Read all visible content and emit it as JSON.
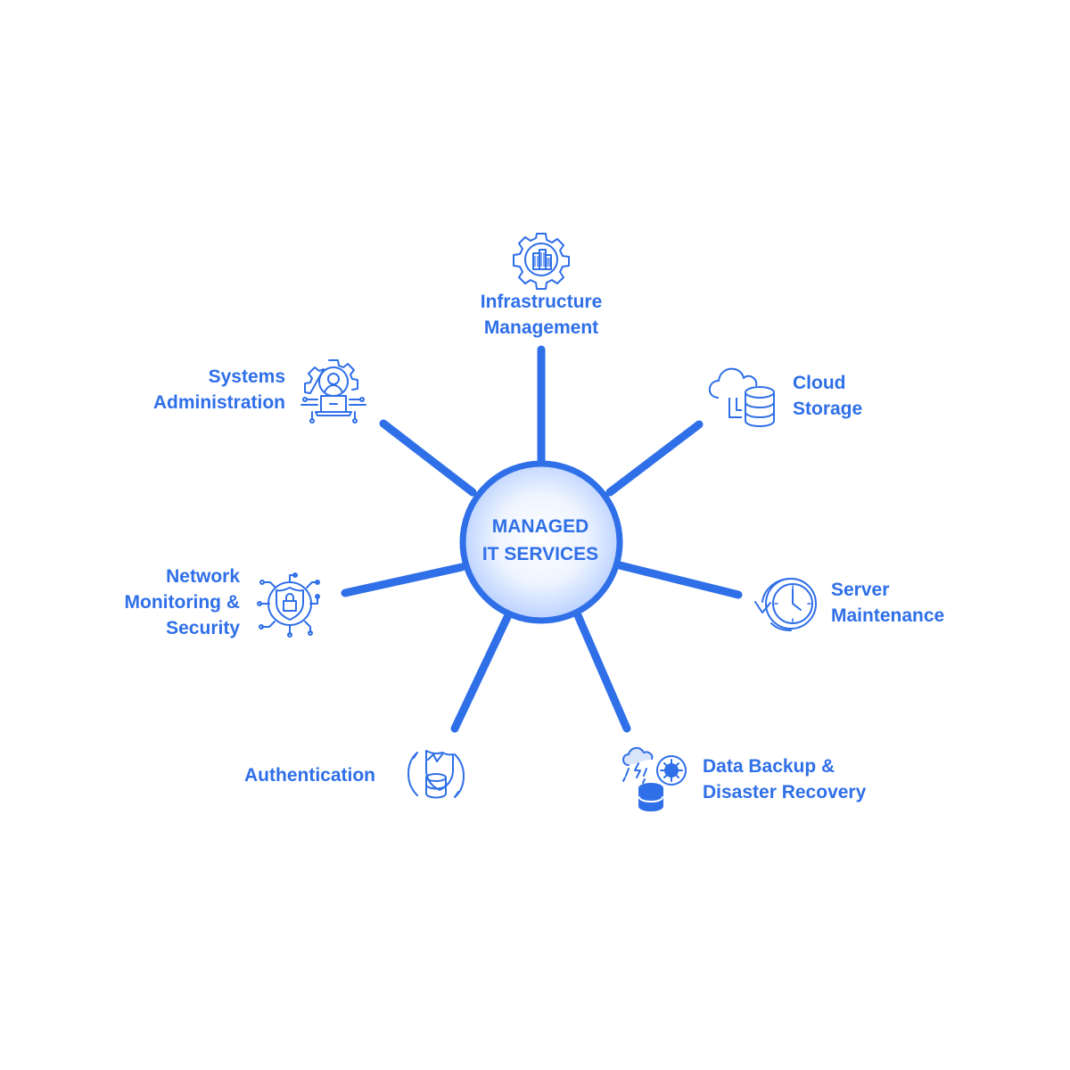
{
  "center": {
    "line1": "MANAGED",
    "line2": "IT SERVICES"
  },
  "services": {
    "infrastructure": {
      "line1": "Infrastructure",
      "line2": "Management",
      "icon": "gear-building-icon"
    },
    "cloud": {
      "line1": "Cloud",
      "line2": "Storage",
      "icon": "cloud-database-icon"
    },
    "server": {
      "line1": "Server",
      "line2": "Maintenance",
      "icon": "clock-refresh-icon"
    },
    "backup": {
      "line1": "Data Backup &",
      "line2": "Disaster Recovery",
      "icon": "storm-database-icon"
    },
    "auth": {
      "line1": "Authentication",
      "icon": "shield-database-icon"
    },
    "network": {
      "line1": "Network",
      "line2": "Monitoring &",
      "line3": "Security",
      "icon": "shield-lock-circuit-icon"
    },
    "sysadmin": {
      "line1": "Systems",
      "line2": "Administration",
      "icon": "admin-laptop-gear-icon"
    }
  },
  "colors": {
    "accent": "#2f6fe8",
    "hub_fill_center": "#ffffff",
    "hub_fill_edge": "#b9d1ff"
  }
}
